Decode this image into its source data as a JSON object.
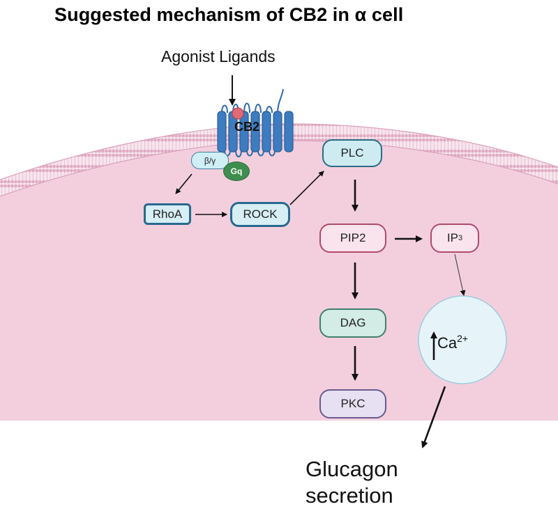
{
  "title": "Suggested mechanism of CB2 in α cell",
  "receptor": {
    "ligand_label": "Agonist Ligands",
    "name": "CB2"
  },
  "g_protein": {
    "beta_gamma": "β/γ",
    "alpha": "Gq"
  },
  "pathway": {
    "rhoa": "RhoA",
    "rock": "ROCK",
    "plc": "PLC",
    "pip2": "PIP2",
    "ip3_main": "IP",
    "ip3_sub": "3",
    "dag": "DAG",
    "pkc": "PKC"
  },
  "calcium": {
    "symbol": "Ca",
    "charge": "2+"
  },
  "outcome": {
    "line1": "Glucagon",
    "line2": "secretion"
  },
  "colors": {
    "cytoplasm": "#f3cfde",
    "membrane": "#d9a1bb",
    "receptor": "#3d7cc0",
    "ligand": "#e06a75",
    "arrow": "#111111"
  }
}
